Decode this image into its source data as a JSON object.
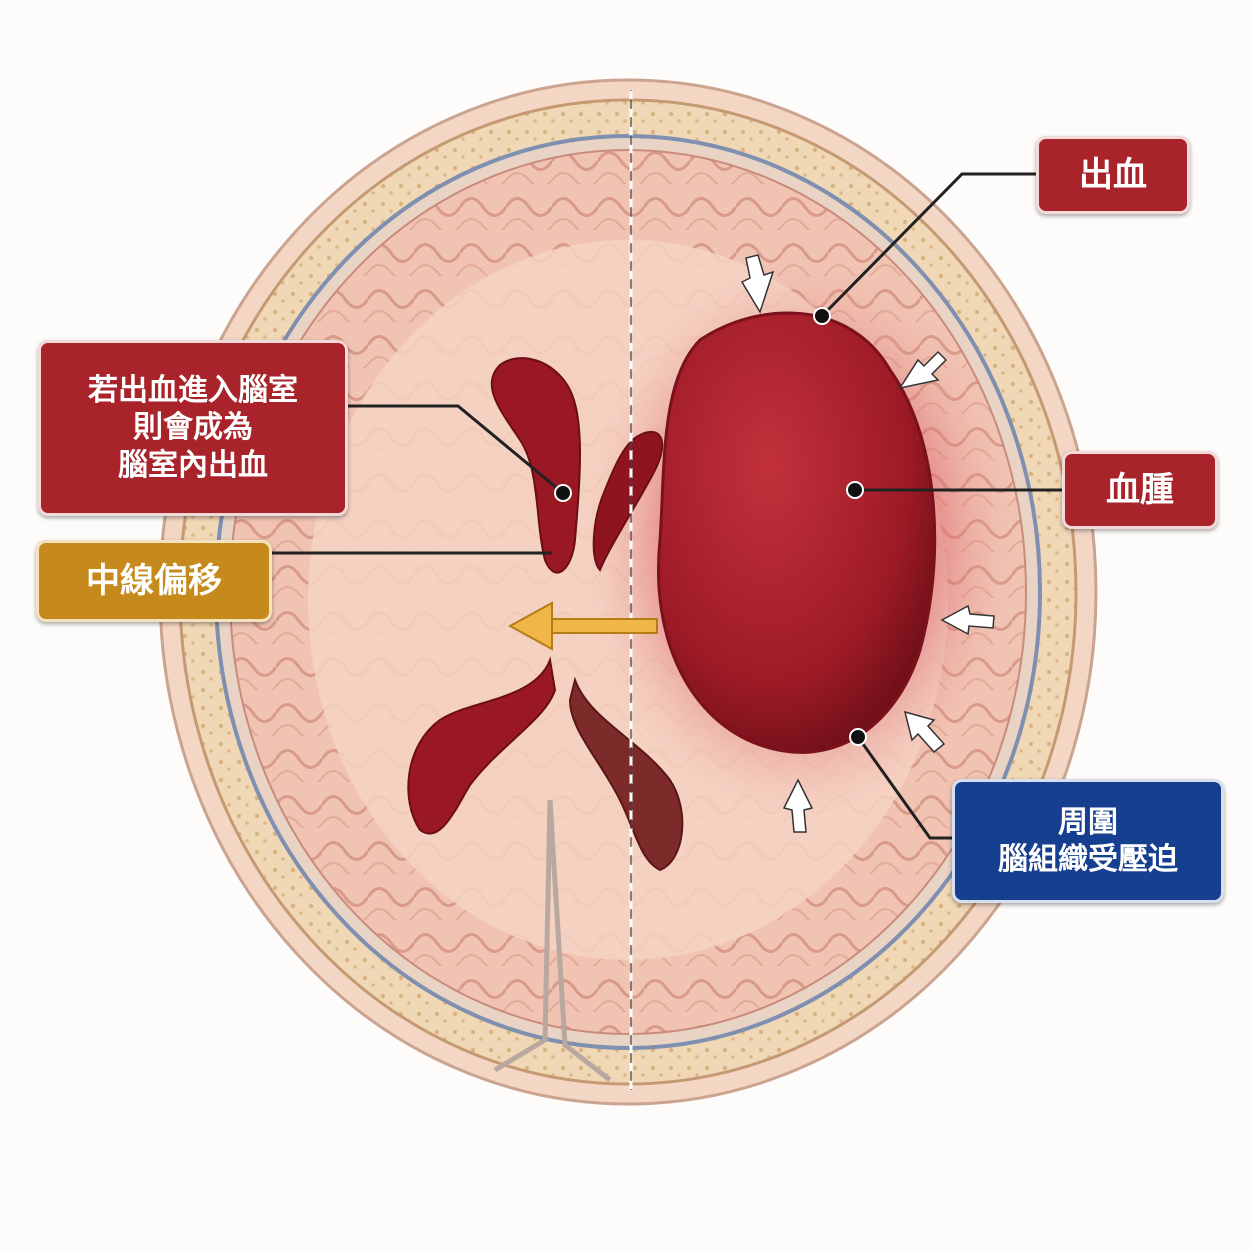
{
  "labels": {
    "hemorrhage": "出血",
    "hematoma": "血腫",
    "ivh": [
      "若出血進入腦室",
      "則會成為",
      "腦室內出血"
    ],
    "midline_shift": "中線偏移",
    "compression": [
      "周圍",
      "腦組織受壓迫"
    ]
  },
  "colors": {
    "label_red": "#a8232a",
    "label_gold": "#c58a1b",
    "label_blue": "#163f8f",
    "blood": "#9e1b26",
    "brain": "#f1c7b8",
    "skull": "#efd6b4"
  },
  "icons": [
    "arrow-icon",
    "pointer-dot-icon"
  ]
}
